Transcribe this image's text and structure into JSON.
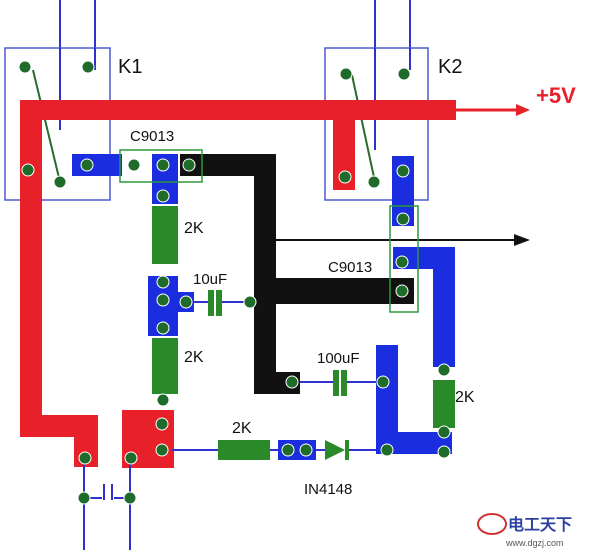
{
  "relays": {
    "k1": "K1",
    "k2": "K2"
  },
  "supply": {
    "voltage": "+5V"
  },
  "transistors": {
    "q1": "C9013",
    "q2": "C9013"
  },
  "resistors": {
    "r1": "2K",
    "r2": "2K",
    "r3": "2K",
    "r4": "2K"
  },
  "capacitors": {
    "c1": "10uF",
    "c2": "100uF"
  },
  "diode": {
    "d1": "IN4148"
  },
  "watermark": {
    "text": "电工天下",
    "url": "www.dgzj.com"
  },
  "colors": {
    "power_trace": "#e8202a",
    "blue_trace": "#1a2ee0",
    "black_trace": "#111111",
    "green_part": "#2a8a2a",
    "pad": "#1f6b2a",
    "wire": "#2a2ad0",
    "outline": "#4a5ad0",
    "arrow": "#e8202a"
  }
}
